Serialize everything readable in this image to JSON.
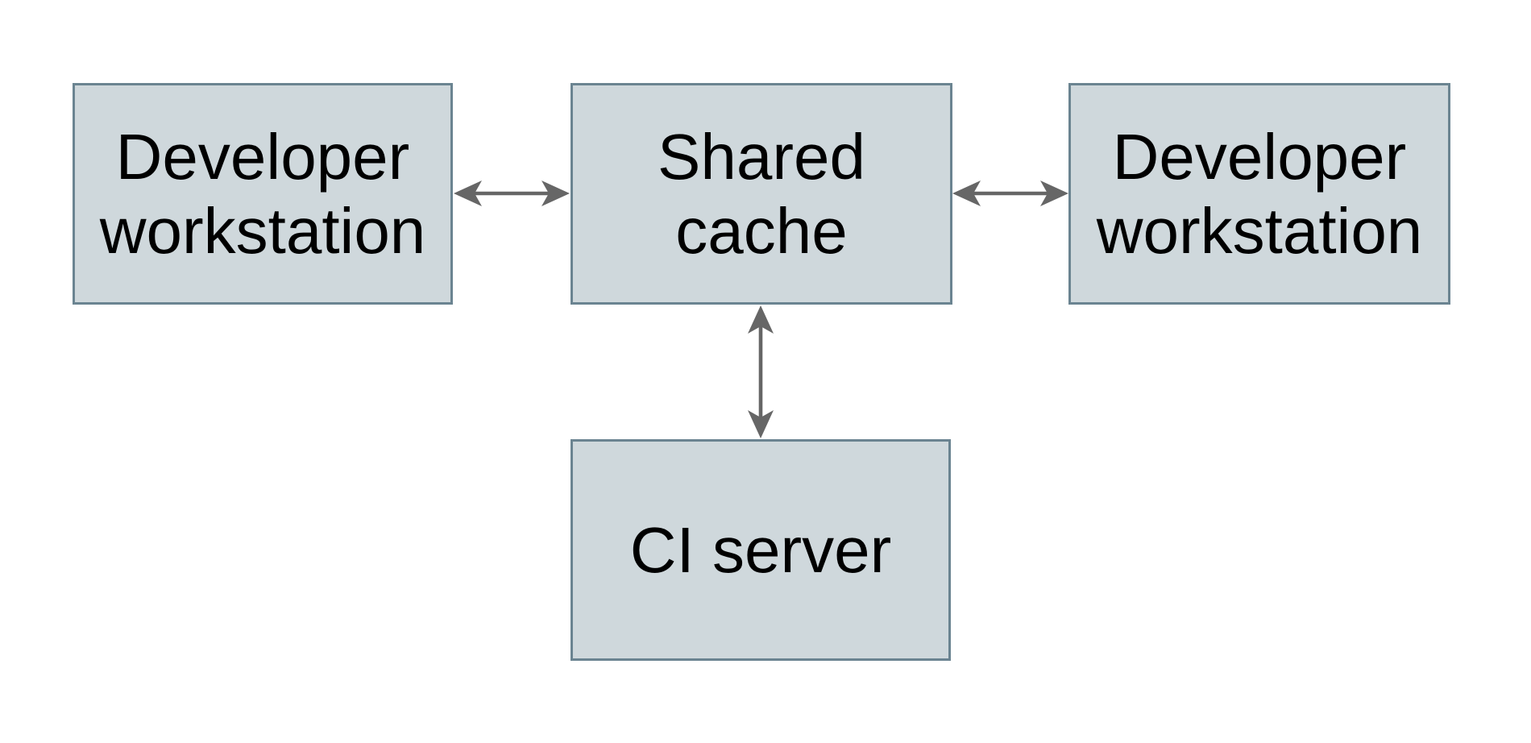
{
  "diagram": {
    "type": "architecture-diagram",
    "nodes": [
      {
        "id": "developer-workstation-left",
        "label": "Developer\nworkstation",
        "shape": "rectangle"
      },
      {
        "id": "shared-cache",
        "label": "Shared\ncache",
        "shape": "rectangle"
      },
      {
        "id": "developer-workstation-right",
        "label": "Developer\nworkstation",
        "shape": "rectangle"
      },
      {
        "id": "ci-server",
        "label": "CI server",
        "shape": "rectangle"
      }
    ],
    "edges": [
      {
        "from": "developer-workstation-left",
        "to": "shared-cache",
        "direction": "bidirectional",
        "orientation": "horizontal"
      },
      {
        "from": "developer-workstation-right",
        "to": "shared-cache",
        "direction": "bidirectional",
        "orientation": "horizontal"
      },
      {
        "from": "ci-server",
        "to": "shared-cache",
        "direction": "bidirectional",
        "orientation": "vertical"
      }
    ]
  },
  "colors": {
    "background": "#ffffff",
    "node_fill": "#cfd8dc",
    "node_border": "#6b8491",
    "arrow": "#666666",
    "text": "#000000"
  }
}
